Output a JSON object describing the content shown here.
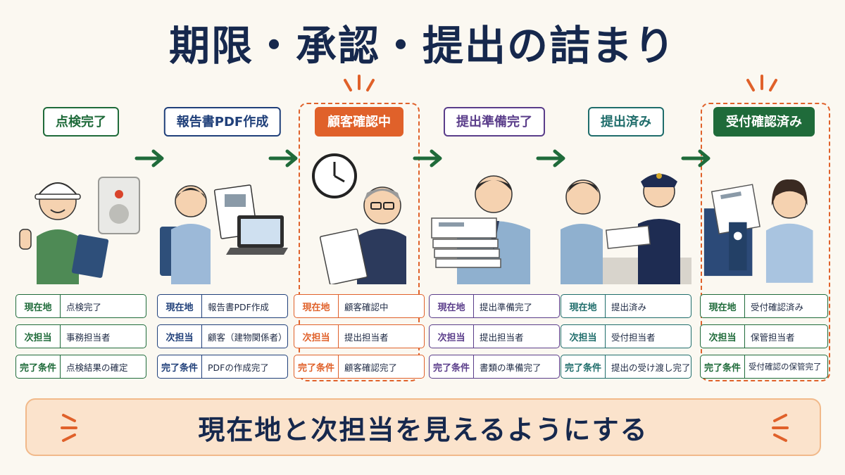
{
  "title": "期限・承認・提出の詰まり",
  "colors": {
    "green": "#1f6b3a",
    "navy": "#20407a",
    "orange": "#e0612a",
    "purple": "#5a3d8a",
    "teal": "#1f6d6b",
    "darkgreen": "#1f6b3a"
  },
  "row_labels": {
    "location": "現在地",
    "next": "次担当",
    "condition": "完了条件"
  },
  "stages": [
    {
      "label": "点検完了",
      "location": "点検完了",
      "next": "事務担当者",
      "condition": "点検結果の確定"
    },
    {
      "label": "報告書PDF作成",
      "location": "報告書PDF作成",
      "next": "顧客（建物関係者）",
      "condition": "PDFの作成完了"
    },
    {
      "label": "顧客確認中",
      "location": "顧客確認中",
      "next": "提出担当者",
      "condition": "顧客確認完了"
    },
    {
      "label": "提出準備完了",
      "location": "提出準備完了",
      "next": "提出担当者",
      "condition": "書類の準備完了"
    },
    {
      "label": "提出済み",
      "location": "提出済み",
      "next": "受付担当者",
      "condition": "提出の受け渡し完了"
    },
    {
      "label": "受付確認済み",
      "location": "受付確認済み",
      "next": "保管担当者",
      "condition": "受付確認の保管完了"
    }
  ],
  "footer": "現在地と次担当を見えるようにする",
  "icons": [
    "worker-icon",
    "laptop-icon",
    "clock-icon",
    "document-stack-icon",
    "handover-icon",
    "binder-icon",
    "arrow-right-icon"
  ]
}
